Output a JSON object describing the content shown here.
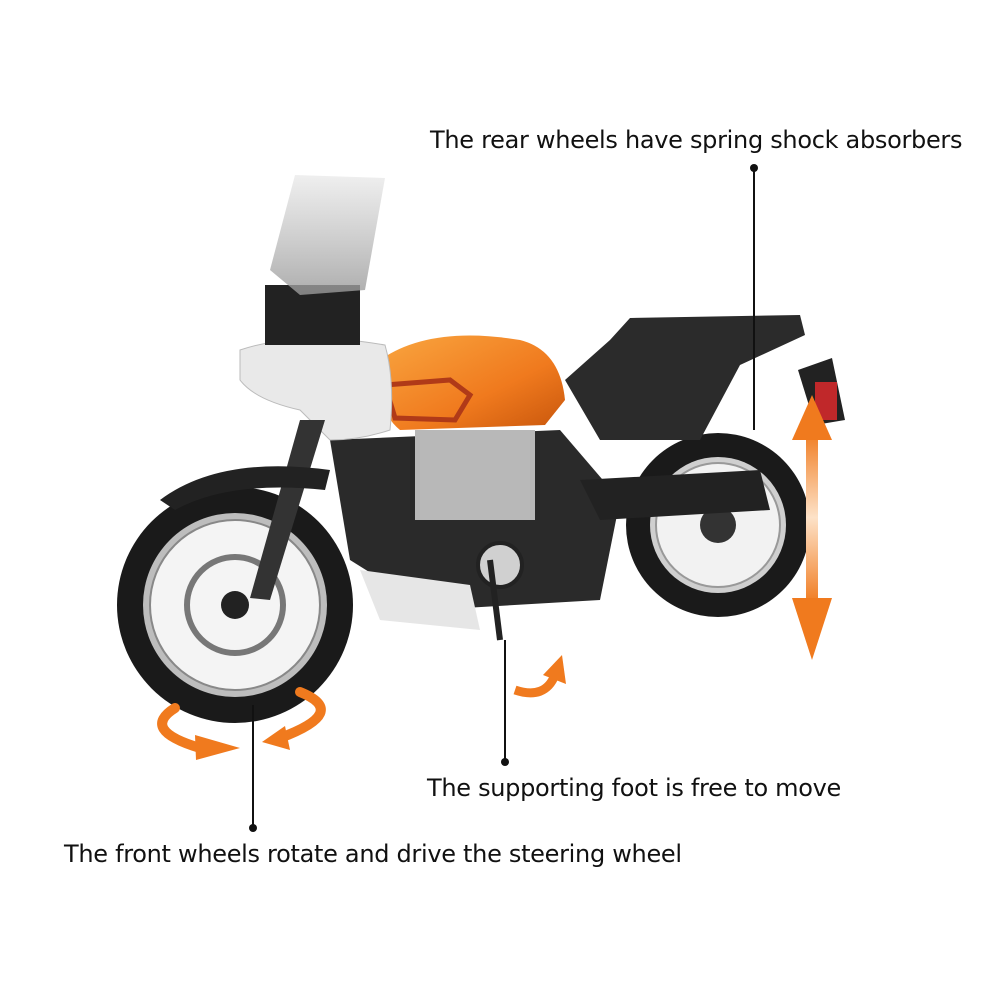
{
  "annotations": {
    "rear_wheels": "The rear wheels have spring shock absorbers",
    "supporting_foot": "The supporting foot is free to move",
    "front_wheels": "The front wheels rotate and drive the steering wheel"
  },
  "colors": {
    "accent_orange": "#f07a1e",
    "tank_orange": "#f28a1c",
    "body_black": "#1c1c1c",
    "fairing_white": "#e9e9e9"
  }
}
